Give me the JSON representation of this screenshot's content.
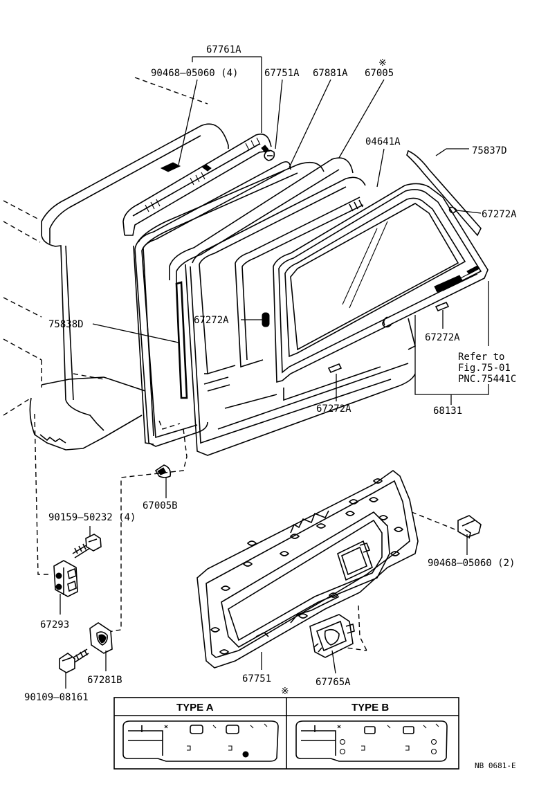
{
  "callouts": {
    "p67761A": "67761A",
    "p90468_05060_4": "90468–05060 (4)",
    "p67751A": "67751A",
    "p67881A": "67881A",
    "p67005": "67005",
    "p04641A": "04641A",
    "p75837D": "75837D",
    "p67272A_a": "67272A",
    "p75838D": "75838D",
    "p67272A_b": "67272A",
    "p67272A_c": "67272A",
    "p67272A_d": "67272A",
    "p68131": "68131",
    "p67005B": "67005B",
    "p90159_50232_4": "90159–50232 (4)",
    "p90468_05060_2": "90468–05060 (2)",
    "p67293": "67293",
    "p67281B": "67281B",
    "p90109_08161": "90109–08161",
    "p67751": "67751",
    "p67765A": "67765A"
  },
  "reference_note": {
    "line1": "Refer to",
    "line2": "Fig.75-01",
    "line3": "PNC.75441C"
  },
  "marks": {
    "asterisk_top": "※",
    "asterisk_bottom": "※"
  },
  "type_box": {
    "type_a_label": "TYPE A",
    "type_b_label": "TYPE B"
  },
  "footer_code": "NB  0681-E"
}
